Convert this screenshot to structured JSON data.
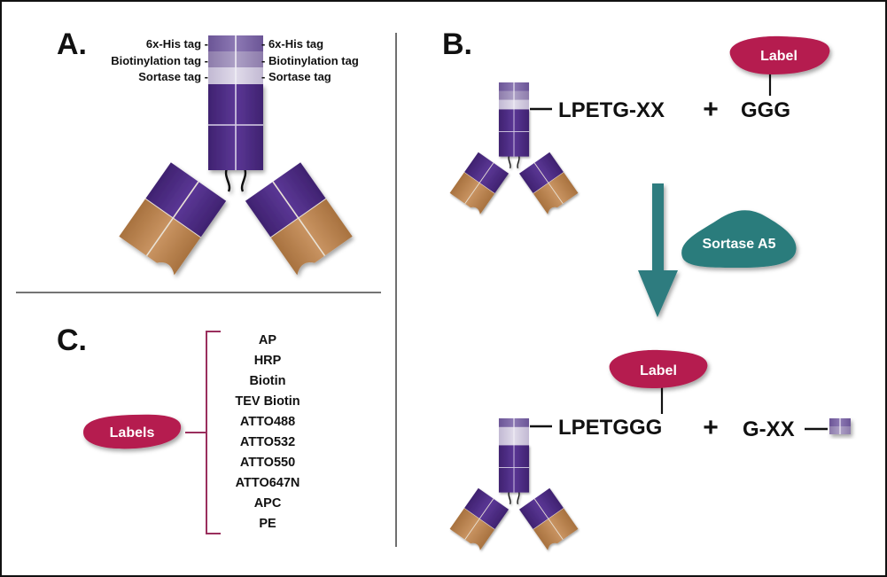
{
  "panels": {
    "a_letter": "A.",
    "b_letter": "B.",
    "c_letter": "C."
  },
  "panel_a": {
    "tags_left": [
      "6x-His tag -",
      "Biotinylation tag -",
      "Sortase tag -"
    ],
    "tags_right": [
      "- 6x-His tag",
      "- Biotinylation tag",
      "- Sortase tag"
    ]
  },
  "panel_b": {
    "substrate_seq": "LPETG-XX",
    "plus_top": "+",
    "ggg": "GGG",
    "label_top": "Label",
    "enzyme": "Sortase A5",
    "label_bottom": "Label",
    "product_seq": "LPETGGG",
    "plus_bottom": "+",
    "byproduct": "G-XX"
  },
  "panel_c": {
    "labels_blob": "Labels",
    "label_items": [
      "AP",
      "HRP",
      "Biotin",
      "TEV Biotin",
      "ATTO488",
      "ATTO532",
      "ATTO550",
      "ATTO647N",
      "APC",
      "PE"
    ]
  },
  "colors": {
    "purple": "#4f2d84",
    "tan": "#c08a55",
    "label_red": "#b51f4f",
    "sortase_teal": "#2a7b7c",
    "arrow_teal": "#2f7b7f",
    "bracket": "#9a2f5d"
  }
}
